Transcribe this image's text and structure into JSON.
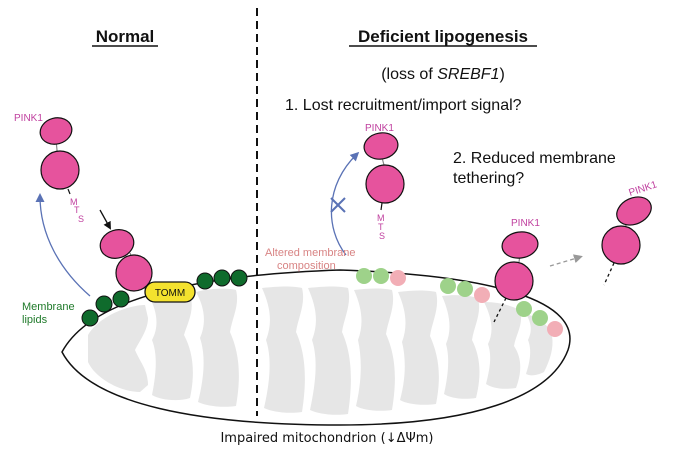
{
  "left_panel": {
    "title": "Normal",
    "pink1_label": "PINK1",
    "mts_letters": [
      "M",
      "T",
      "S"
    ],
    "membrane_lipids_lines": [
      "Membrane",
      "lipids"
    ],
    "tomm_label": "TOMM"
  },
  "right_panel": {
    "title": "Deficient lipogenesis",
    "subtitle_prefix": "(loss of ",
    "subtitle_gene": "SREBF1",
    "subtitle_suffix": ")",
    "question_1": "1. Lost recruitment/import signal?",
    "question_2_lines": [
      "2. Reduced membrane",
      "tethering?"
    ],
    "pink1_label_a": "PINK1",
    "pink1_label_b": "PINK1",
    "pink1_label_c": "PINK1",
    "mts_letters": [
      "M",
      "T",
      "S"
    ],
    "altered_membrane_lines": [
      "Altered membrane",
      "composition"
    ]
  },
  "caption": "Impaired mitochondrion (↓ΔΨm)",
  "colors": {
    "pink_protein": "#e6539d",
    "dark_green_lipid": "#0f6b2c",
    "light_green_lipid": "#9ed28a",
    "altered_pink_lipid": "#f2aeb6",
    "tomm_yellow": "#f4e22e",
    "arrow_blue": "#5a72b5",
    "cristae_gray": "#e6e6e6"
  },
  "icons": [
    "cross-mark-icon",
    "dashed-arrow-icon"
  ]
}
